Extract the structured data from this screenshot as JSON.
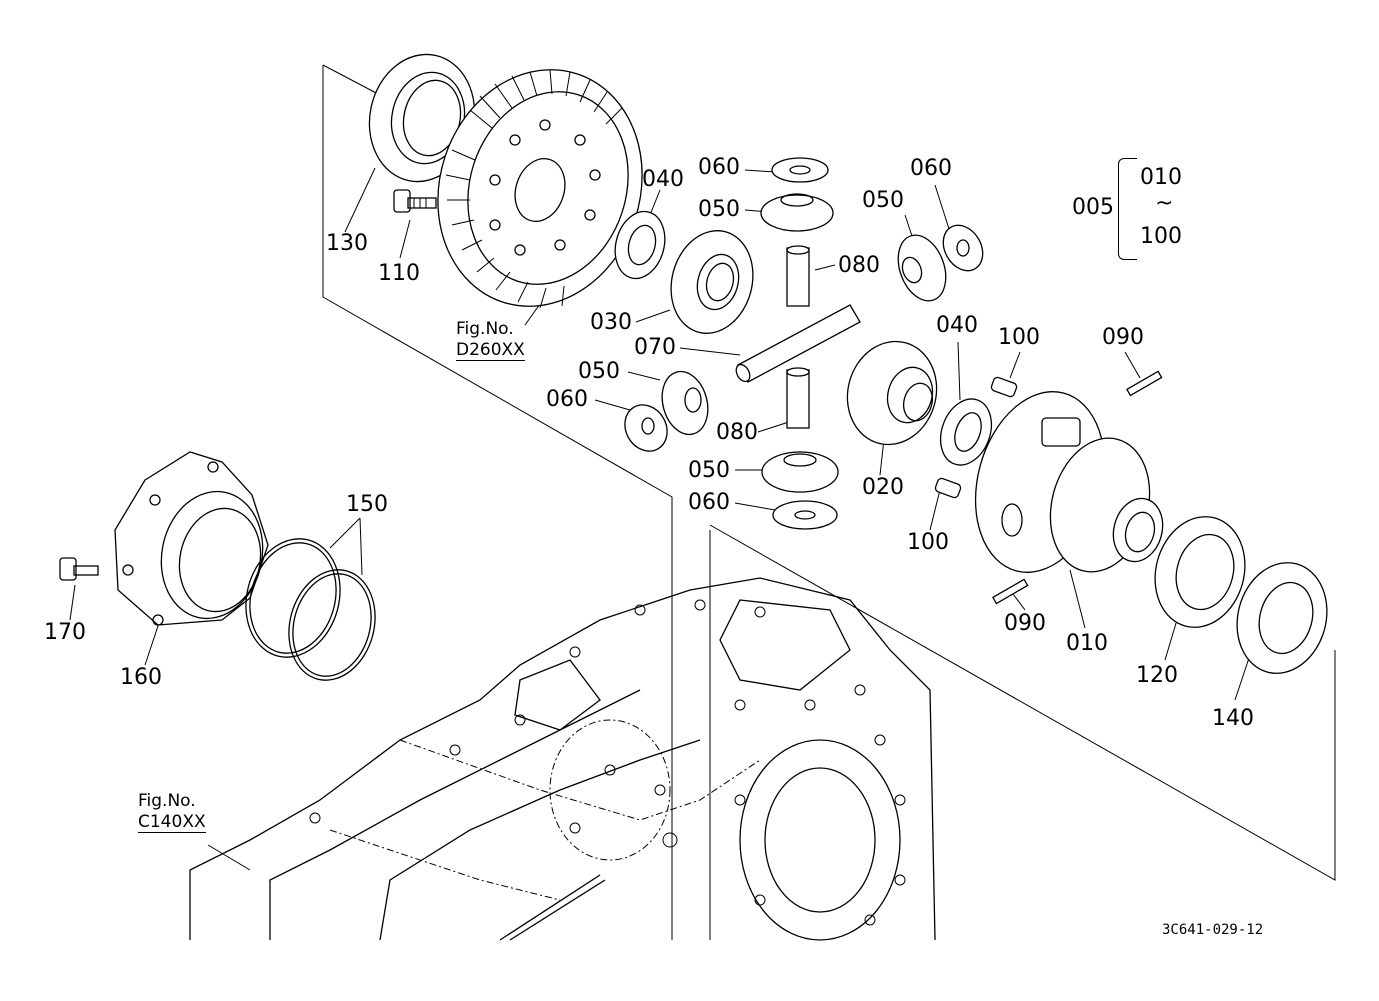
{
  "labels": {
    "p005": "005",
    "p010_range": "010",
    "tilde": "~",
    "p100_range": "100",
    "p060a": "060",
    "p050a": "050",
    "p040a": "040",
    "p050b": "050",
    "p060b": "060",
    "p080a": "080",
    "p030": "030",
    "p070": "070",
    "p040b": "040",
    "p100a": "100",
    "p090a": "090",
    "p050c": "050",
    "p060c": "060",
    "p080b": "080",
    "p050d": "050",
    "p020": "020",
    "p060d": "060",
    "p100b": "100",
    "p090b": "090",
    "p010": "010",
    "p120": "120",
    "p140": "140",
    "p130": "130",
    "p110": "110",
    "p150": "150",
    "p170": "170",
    "p160": "160"
  },
  "figrefs": {
    "d260_line1": "Fig.No.",
    "d260_line2": "D260XX",
    "c140_line1": "Fig.No.",
    "c140_line2": "C140XX"
  },
  "drawing_code": "3C641-029-12",
  "colors": {
    "line": "#000000",
    "background": "#ffffff"
  }
}
